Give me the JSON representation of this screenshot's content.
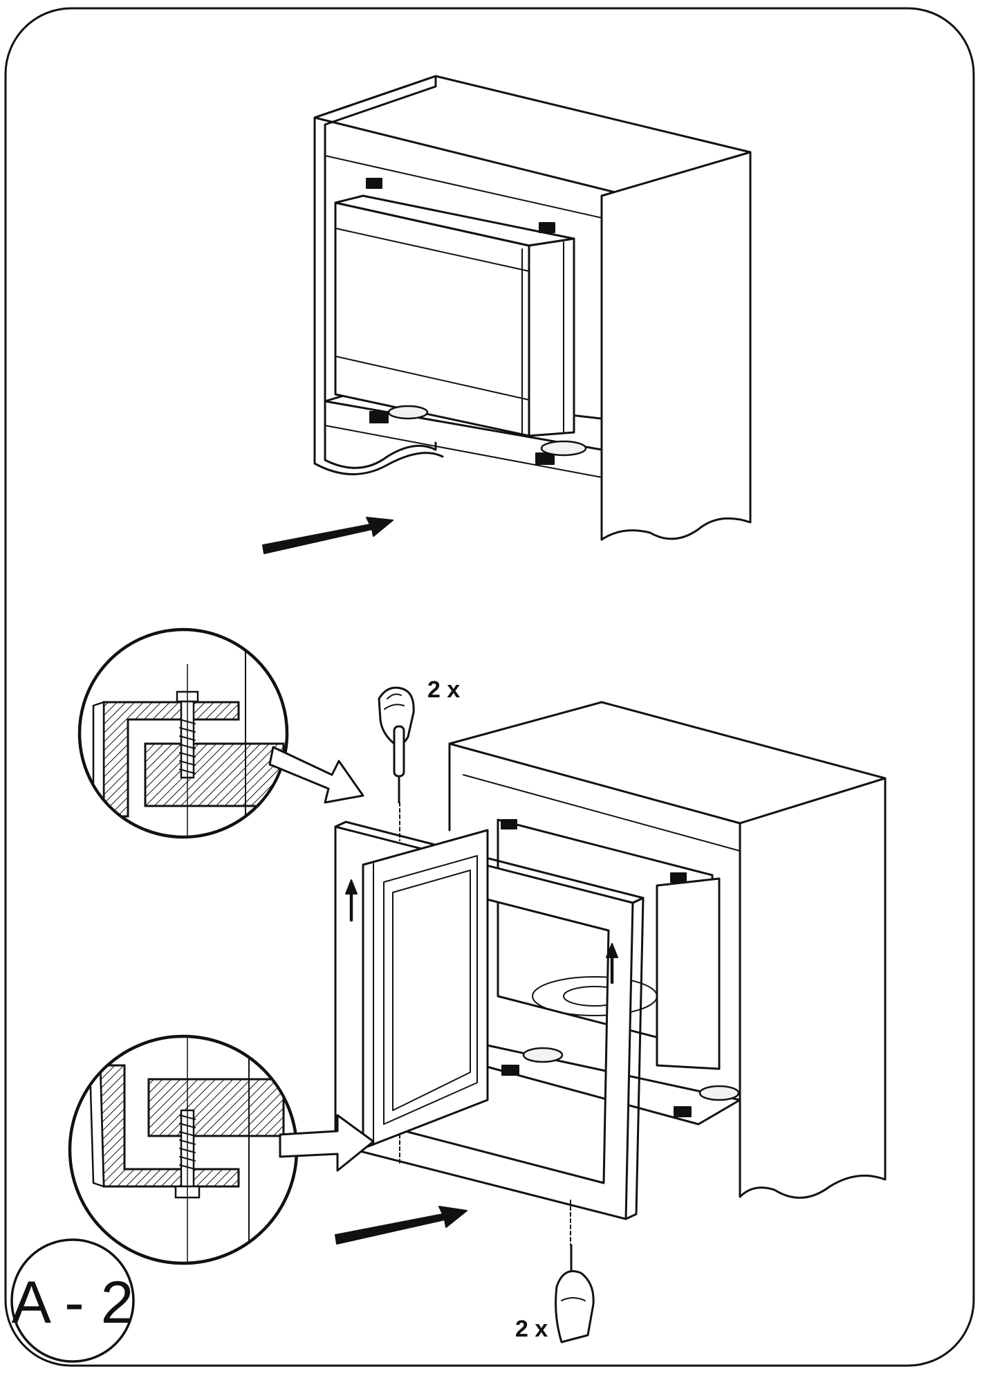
{
  "figure": {
    "label_qty_top": "2 x",
    "label_qty_bottom": "2 x",
    "badge_text": "A - 2"
  },
  "icons": {
    "insert_arrow": "filled-arrow-icon",
    "detail_pointer": "hollow-arrow-icon",
    "lift_arrow": "up-arrow-icon",
    "screwdriver": "hand-screwdriver-icon"
  },
  "colors": {
    "line": "#111111",
    "background": "#ffffff"
  }
}
